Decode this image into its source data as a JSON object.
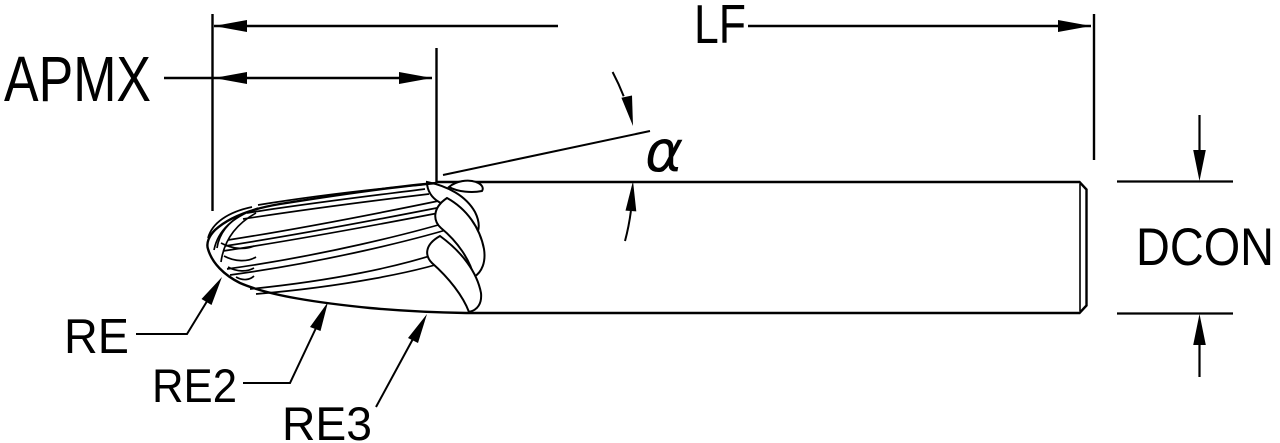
{
  "diagram": {
    "type": "technical-drawing",
    "subject": "tapered ball nose end mill dimension drawing",
    "background_color": "#ffffff",
    "line_color": "#000000",
    "labels": {
      "overall_length": "LF",
      "max_cutting_depth": "APMX",
      "taper_angle": "α",
      "shank_diameter": "DCON",
      "corner_radius_1": "RE",
      "corner_radius_2": "RE2",
      "corner_radius_3": "RE3"
    }
  }
}
